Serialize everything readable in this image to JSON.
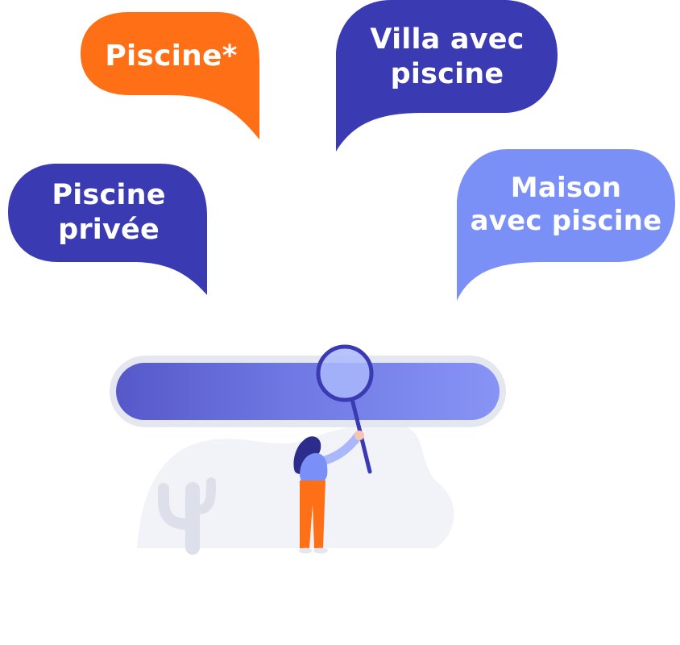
{
  "bubbles": [
    {
      "id": "piscine",
      "lines": [
        "Piscine*"
      ],
      "color": "#ff6f15"
    },
    {
      "id": "villa-avec-piscine",
      "lines": [
        "Villa avec",
        "piscine"
      ],
      "color": "#3a3ab3"
    },
    {
      "id": "piscine-privee",
      "lines": [
        "Piscine",
        "privée"
      ],
      "color": "#3a3ab3"
    },
    {
      "id": "maison-avec-piscine",
      "lines": [
        "Maison",
        "avec piscine"
      ],
      "color": "#7b90f6"
    }
  ],
  "illustration": {
    "search_bar_color": "#6f78e3",
    "magnifier_color": "#3a3ab3",
    "figure_shirt_color": "#7b90f6",
    "figure_pants_color": "#ff6f15",
    "figure_hair_color": "#2c2c8c",
    "backdrop_color": "#f1f3f8",
    "cactus_color": "#dde0ea"
  }
}
